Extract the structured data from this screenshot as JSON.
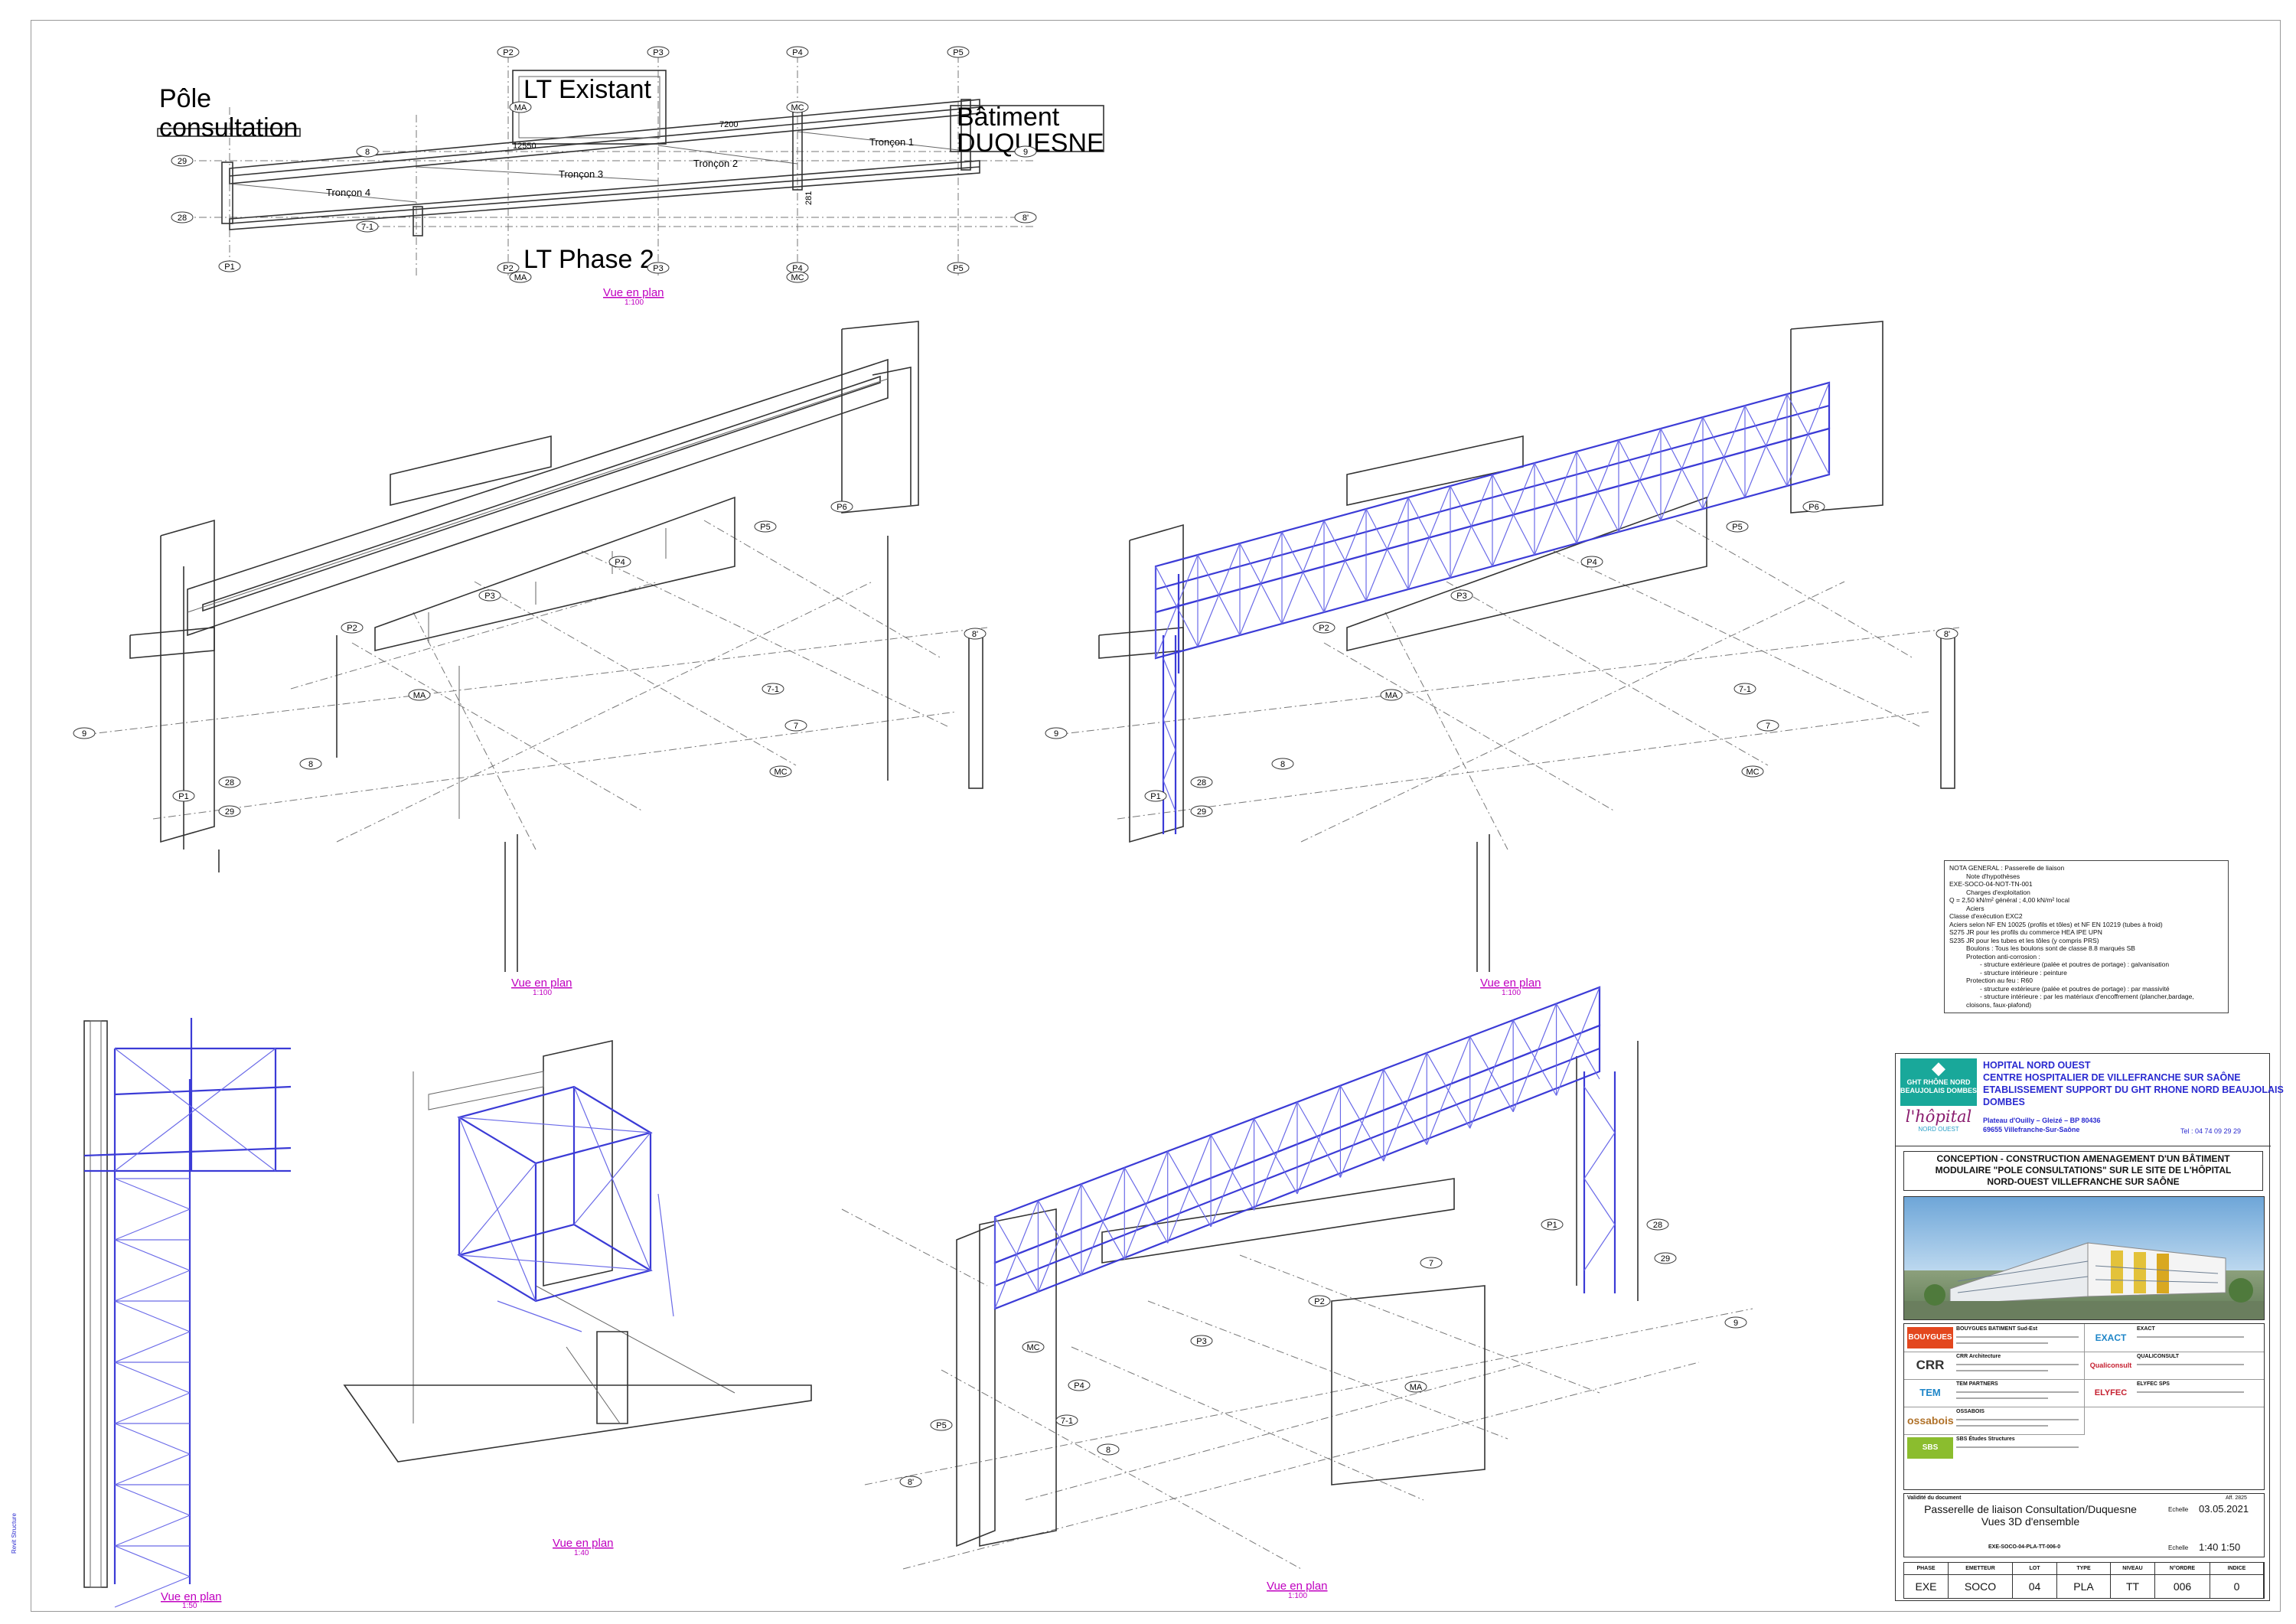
{
  "plan_top": {
    "labels": {
      "pole": "Pôle consultation",
      "lt_existant": "LT Existant",
      "batiment": "Bâtiment DUQUESNE",
      "lt_phase2": "LT Phase 2"
    },
    "troncons": [
      "Tronçon 1",
      "Tronçon 2",
      "Tronçon 3",
      "Tronçon 4"
    ],
    "dims": [
      "12550",
      "7200",
      "281"
    ],
    "axes_top": [
      "P2",
      "P3",
      "P4",
      "P5"
    ],
    "axes_bottom": [
      "P2",
      "P3",
      "P4",
      "P5",
      "MA",
      "MC"
    ],
    "row_tags": [
      "29",
      "28",
      "8",
      "7-1",
      "8'",
      "9",
      "P1",
      "MA",
      "MC"
    ],
    "view_label": "Vue en plan",
    "view_scale": "1:100"
  },
  "iso_left": {
    "tags": [
      "P2",
      "P3",
      "P4",
      "P5",
      "P6",
      "MA",
      "MC",
      "P1",
      "28",
      "29",
      "7-1",
      "7",
      "8",
      "8'",
      "9"
    ],
    "view_label": "Vue en plan",
    "view_scale": "1:100"
  },
  "iso_right": {
    "tags": [
      "P2",
      "P3",
      "P4",
      "P5",
      "P6",
      "MA",
      "MC",
      "P1",
      "28",
      "29",
      "7-1",
      "7",
      "8",
      "8'",
      "9"
    ],
    "view_label": "Vue en plan",
    "view_scale": "1:100"
  },
  "detail_1": {
    "view_label": "Vue en plan",
    "view_scale": "1:50"
  },
  "detail_2": {
    "view_label": "Vue en plan",
    "view_scale": "1:40"
  },
  "iso_bottom": {
    "tags": [
      "P1",
      "P2",
      "P3",
      "P4",
      "P5",
      "MA",
      "MC",
      "28",
      "29",
      "7",
      "7-1",
      "8",
      "8'",
      "9"
    ],
    "view_label": "Vue en plan",
    "view_scale": "1:100"
  },
  "notes": [
    "NOTA GENERAL : Passerelle de liaison",
    "Note d'hypothèses",
    "EXE-SOCO-04-NOT-TN-001",
    "Charges d'exploitation",
    "Q = 2,50 kN/m² général ; 4,00 kN/m² local",
    "Aciers",
    "Classe d'exécution EXC2",
    "Aciers selon NF EN 10025 (profils et tôles) et NF EN 10219 (tubes à froid)",
    "S275 JR pour les profils du commerce HEA IPE UPN",
    "S235 JR pour les tubes et les tôles (y compris PRS)",
    "Boulons : Tous les boulons sont de classe 8.8 marqués SB",
    "Protection anti-corrosion :",
    "- structure extérieure (palée et poutres de portage) : galvanisation",
    "- structure intérieure : peinture",
    "Protection au feu : R60",
    "- structure extérieure (palée et poutres de portage) : par massivité",
    "- structure intérieure : par les matériaux d'encoffrement (plancher,bardage,",
    "cloisons, faux-plafond)"
  ],
  "title_block": {
    "logo_ghr": "GHT RHÔNE NORD BEAUJOLAIS DOMBES",
    "logo_hopital": "l'hôpital",
    "logo_hopital_sub": "NORD OUEST",
    "hospital_lines": [
      "HOPITAL NORD OUEST",
      "CENTRE HOSPITALIER DE VILLEFRANCHE SUR SAÔNE",
      "ETABLISSEMENT SUPPORT DU GHT RHONE NORD BEAUJOLAIS",
      "DOMBES"
    ],
    "address": [
      "Plateau d'Ouilly – Gleizé – BP 80436",
      "69655 Villefranche-Sur-Saône"
    ],
    "phone": "Tel : 04 74 09 29 29",
    "project": [
      "CONCEPTION - CONSTRUCTION AMENAGEMENT D'UN BÂTIMENT",
      "MODULAIRE \"POLE CONSULTATIONS\" SUR LE SITE DE L'HÔPITAL",
      "NORD-OUEST VILLEFRANCHE SUR SAÔNE"
    ],
    "partners_left": [
      {
        "logo": "BOUYGUES",
        "name": "BOUYGUES BATIMENT Sud-Est"
      },
      {
        "logo": "CRR",
        "name": "CRR Architecture"
      },
      {
        "logo": "TEM",
        "name": "TEM PARTNERS"
      },
      {
        "logo": "ossabois",
        "name": "OSSABOIS"
      },
      {
        "logo": "SBS",
        "name": "SBS Études Structures"
      }
    ],
    "partners_right": [
      {
        "logo": "EXACT",
        "name": "EXACT"
      },
      {
        "logo": "Qualiconsult",
        "name": "QUALICONSULT"
      },
      {
        "logo": "ELYFEC",
        "name": "ELYFEC SPS"
      }
    ],
    "doc_state": "Validité du document",
    "ref": "Aff. 2825",
    "doc_title": [
      "Passerelle de liaison Consultation/Duquesne",
      "Vues 3D d'ensemble"
    ],
    "date_label": "Echelle",
    "date": "03.05.2021",
    "doc_code": "EXE-SOCO-04-PLA-TT-006-0",
    "scale_label": "Echelle",
    "scale": "1:40  1:50",
    "code_headers": [
      "PHASE",
      "EMETTEUR",
      "LOT",
      "TYPE",
      "NIVEAU",
      "N°ORDRE",
      "INDICE"
    ],
    "code_values": [
      "EXE",
      "SOCO",
      "04",
      "PLA",
      "TT",
      "006",
      "0"
    ]
  },
  "side_text": "Revit Structure"
}
